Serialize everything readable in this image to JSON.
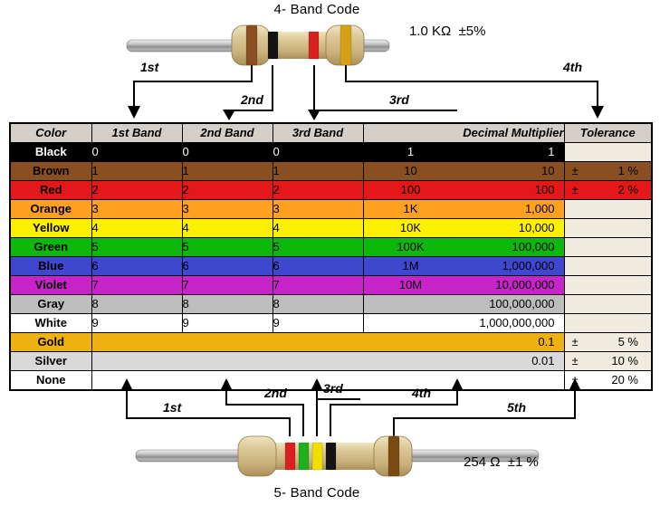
{
  "palette": {
    "header_bg": "#d4d0c8",
    "empty_tolerance_bg": "#f0ece0",
    "arrow_color": "#000000",
    "resistor_body": "#d8c69c",
    "lead_color": "#b5b5b5"
  },
  "top_resistor": {
    "title": "4- Band Code",
    "value": "1.0 KΩ  ±5%",
    "band_colors": [
      "#8a4f20",
      "#141414",
      "#d82020",
      "#d4a017"
    ],
    "arrows": [
      "1st",
      "2nd",
      "3rd",
      "4th"
    ]
  },
  "bottom_resistor": {
    "title": "5- Band Code",
    "value": "254 Ω  ±1 %",
    "band_colors": [
      "#d82020",
      "#1faf1f",
      "#f0e000",
      "#141414",
      "#7b4a12"
    ],
    "arrows": [
      "1st",
      "2nd",
      "3rd",
      "4th",
      "5th"
    ]
  },
  "table": {
    "headers": [
      "Color",
      "1st Band",
      "2nd Band",
      "3rd Band",
      "Decimal Multiplier",
      "Tolerance"
    ],
    "rows": [
      {
        "name": "Black",
        "bg": "#000000",
        "fg": "#ffffff",
        "b1": "0",
        "b2": "0",
        "b3": "0",
        "mult_short": "1",
        "mult_full": "1",
        "tol_sign": "",
        "tol_val": "",
        "tol_bg": "#f0ece0"
      },
      {
        "name": "Brown",
        "bg": "#8a4f20",
        "fg": "#000000",
        "b1": "1",
        "b2": "1",
        "b3": "1",
        "mult_short": "10",
        "mult_full": "10",
        "tol_sign": "±",
        "tol_val": "1 %",
        "tol_bg": "#8a4f20"
      },
      {
        "name": "Red",
        "bg": "#e41818",
        "fg": "#000000",
        "b1": "2",
        "b2": "2",
        "b3": "2",
        "mult_short": "100",
        "mult_full": "100",
        "tol_sign": "±",
        "tol_val": "2 %",
        "tol_bg": "#e41818"
      },
      {
        "name": "Orange",
        "bg": "#ffa01e",
        "fg": "#000000",
        "b1": "3",
        "b2": "3",
        "b3": "3",
        "mult_short": "1K",
        "mult_full": "1,000",
        "tol_sign": "",
        "tol_val": "",
        "tol_bg": "#f0ece0"
      },
      {
        "name": "Yellow",
        "bg": "#ffef00",
        "fg": "#000000",
        "b1": "4",
        "b2": "4",
        "b3": "4",
        "mult_short": "10K",
        "mult_full": "10,000",
        "tol_sign": "",
        "tol_val": "",
        "tol_bg": "#f0ece0"
      },
      {
        "name": "Green",
        "bg": "#0cb80c",
        "fg": "#000000",
        "b1": "5",
        "b2": "5",
        "b3": "5",
        "mult_short": "100K",
        "mult_full": "100,000",
        "tol_sign": "",
        "tol_val": "",
        "tol_bg": "#f0ece0"
      },
      {
        "name": "Blue",
        "bg": "#3f47cf",
        "fg": "#000000",
        "b1": "6",
        "b2": "6",
        "b3": "6",
        "mult_short": "1M",
        "mult_full": "1,000,000",
        "tol_sign": "",
        "tol_val": "",
        "tol_bg": "#f0ece0"
      },
      {
        "name": "Violet",
        "bg": "#c823c8",
        "fg": "#000000",
        "b1": "7",
        "b2": "7",
        "b3": "7",
        "mult_short": "10M",
        "mult_full": "10,000,000",
        "tol_sign": "",
        "tol_val": "",
        "tol_bg": "#f0ece0"
      },
      {
        "name": "Gray",
        "bg": "#bdbdbd",
        "fg": "#000000",
        "b1": "8",
        "b2": "8",
        "b3": "8",
        "mult_short": "",
        "mult_full": "100,000,000",
        "tol_sign": "",
        "tol_val": "",
        "tol_bg": "#f0ece0"
      },
      {
        "name": "White",
        "bg": "#ffffff",
        "fg": "#000000",
        "b1": "9",
        "b2": "9",
        "b3": "9",
        "mult_short": "",
        "mult_full": "1,000,000,000",
        "tol_sign": "",
        "tol_val": "",
        "tol_bg": "#f0ece0"
      },
      {
        "name": "Gold",
        "bg": "#edb211",
        "fg": "#000000",
        "mult_full": "0.1",
        "tol_sign": "±",
        "tol_val": "5 %",
        "tol_bg": "#f0ece0"
      },
      {
        "name": "Silver",
        "bg": "#d9d9d9",
        "fg": "#000000",
        "mult_full": "0.01",
        "tol_sign": "±",
        "tol_val": "10 %",
        "tol_bg": "#f0ece0"
      },
      {
        "name": "None",
        "bg": "#ffffff",
        "fg": "#000000",
        "mult_full": "",
        "tol_sign": "±",
        "tol_val": "20 %",
        "tol_bg": "#ffffff"
      }
    ]
  }
}
